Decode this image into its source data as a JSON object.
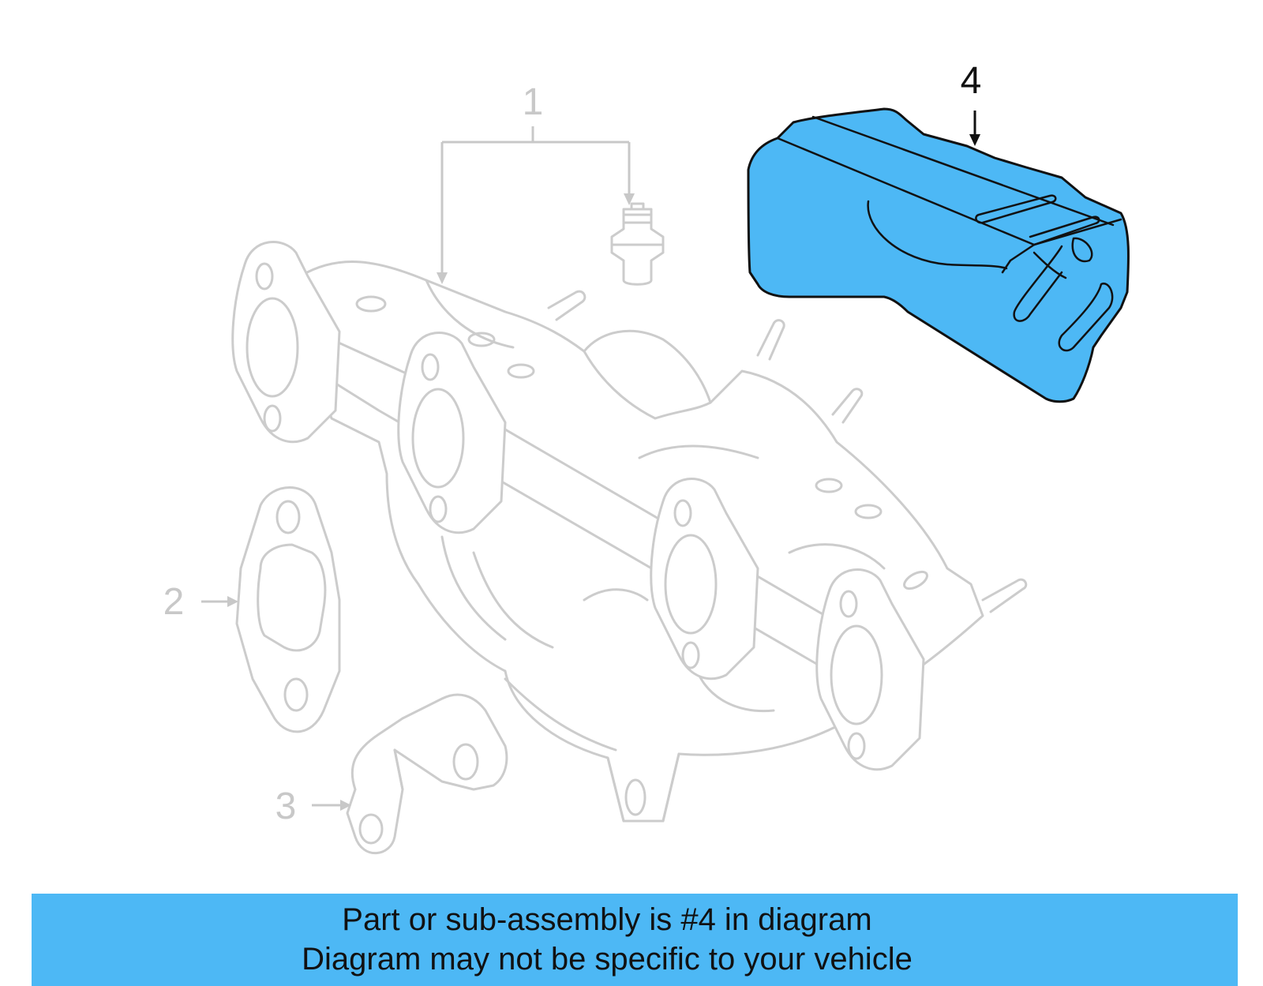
{
  "colors": {
    "highlight": "#4DB8F5",
    "faint_line": "#cccccc",
    "text_dark": "#111111"
  },
  "callouts": {
    "c1": "1",
    "c2": "2",
    "c3": "3",
    "c4": "4"
  },
  "banner": {
    "line1": "Part or sub-assembly is #4 in diagram",
    "line2": "Diagram may not be specific to your vehicle"
  }
}
